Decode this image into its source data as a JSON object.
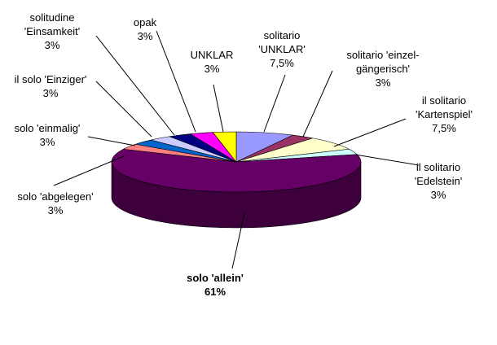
{
  "chart_data": {
    "type": "pie",
    "title": "",
    "slices": [
      {
        "label_lines": [
          "solitario",
          "'UNKLAR'"
        ],
        "pct_label": "7,5%",
        "value": 7.5,
        "color": "#9999ff",
        "side": "#5c5c99"
      },
      {
        "label_lines": [
          "solitario 'einzel-",
          "gängerisch'"
        ],
        "pct_label": "3%",
        "value": 3,
        "color": "#993366",
        "side": "#5c1f3d"
      },
      {
        "label_lines": [
          "il solitario",
          "'Kartenspiel'"
        ],
        "pct_label": "7,5%",
        "value": 7.5,
        "color": "#ffffcc",
        "side": "#99997a"
      },
      {
        "label_lines": [
          "il solitario",
          "'Edelstein'"
        ],
        "pct_label": "3%",
        "value": 3,
        "color": "#ccffff",
        "side": "#7a9999"
      },
      {
        "label_lines": [
          "solo 'allein'"
        ],
        "pct_label": "61%",
        "value": 61,
        "color": "#660066",
        "side": "#3d003d",
        "bold": true
      },
      {
        "label_lines": [
          "solo 'abgelegen'"
        ],
        "pct_label": "3%",
        "value": 3,
        "color": "#ff8080",
        "side": "#994d4d"
      },
      {
        "label_lines": [
          "solo 'einmalig'"
        ],
        "pct_label": "3%",
        "value": 3,
        "color": "#0066cc",
        "side": "#003d7a"
      },
      {
        "label_lines": [
          "il solo 'Einziger'"
        ],
        "pct_label": "3%",
        "value": 3,
        "color": "#ccccff",
        "side": "#7a7a99"
      },
      {
        "label_lines": [
          "solitudine",
          "'Einsamkeit'"
        ],
        "pct_label": "3%",
        "value": 3,
        "color": "#000080",
        "side": "#00004d"
      },
      {
        "label_lines": [
          "opak"
        ],
        "pct_label": "3%",
        "value": 3,
        "color": "#ff00ff",
        "side": "#990099"
      },
      {
        "label_lines": [
          "UNKLAR"
        ],
        "pct_label": "3%",
        "value": 3,
        "color": "#ffff00",
        "side": "#999900"
      }
    ],
    "legend": "none"
  }
}
